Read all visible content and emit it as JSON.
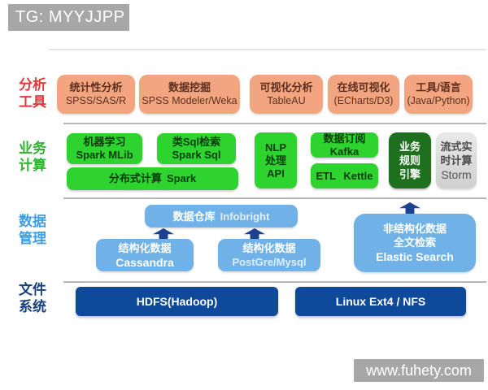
{
  "header": {
    "tg_badge": "TG: MYYJJPP"
  },
  "footer": {
    "watermark": "www.fuhety.com"
  },
  "layers": {
    "analysis": {
      "label": {
        "line1": "分析",
        "line2": "工具"
      },
      "boxes": [
        {
          "title": "统计性分析",
          "subtitle": "SPSS/SAS/R"
        },
        {
          "title": "数据挖掘",
          "subtitle": "SPSS Modeler/Weka"
        },
        {
          "title": "可视化分析",
          "subtitle": "TableAU"
        },
        {
          "title": "在线可视化",
          "subtitle": "(ECharts/D3)"
        },
        {
          "title": "工具/语言",
          "subtitle": "(Java/Python)"
        }
      ]
    },
    "business": {
      "label": {
        "line1": "业务",
        "line2": "计算"
      },
      "boxes": {
        "ml": {
          "title": "机器学习",
          "subtitle": "Spark MLib"
        },
        "sql": {
          "title": "类Sql检索",
          "subtitle": "Spark Sql"
        },
        "distributed": {
          "title": "分布式计算",
          "subtitle": "Spark"
        },
        "nlp": {
          "line1": "NLP",
          "line2": "处理",
          "line3": "API"
        },
        "kafka": {
          "title": "数据订阅",
          "subtitle": "Kafka"
        },
        "etl": {
          "title": "ETL Kettle"
        },
        "rules": {
          "line1": "业务",
          "line2": "规则",
          "line3": "引擎"
        },
        "storm": {
          "line1": "流式实",
          "line2": "时计算",
          "line3": "Storm"
        }
      }
    },
    "data": {
      "label": {
        "line1": "数据",
        "line2": "管理"
      },
      "boxes": {
        "warehouse": {
          "title": "数据仓库",
          "subtitle": "Infobright"
        },
        "cassandra": {
          "title": "结构化数据",
          "subtitle": "Cassandra"
        },
        "postgre": {
          "title": "结构化数据",
          "subtitle": "PostGre/Mysql"
        },
        "elastic": {
          "line1": "非结构化数据",
          "line2": "全文检索",
          "line3": "Elastic Search"
        }
      }
    },
    "file": {
      "label": {
        "line1": "文件",
        "line2": "系统"
      },
      "boxes": {
        "hdfs": {
          "title": "HDFS(Hadoop)"
        },
        "linux": {
          "title": "Linux Ext4 / NFS"
        }
      }
    }
  },
  "colors": {
    "analysis_box": "#f2a57e",
    "business_box": "#2fd32f",
    "business_box_dark": "#1e701e",
    "business_box_gray": "#d8d8d8",
    "data_box": "#70b2e8",
    "file_box": "#0e4a99",
    "label_analysis": "#e03a3c",
    "label_business": "#2db32d",
    "label_data": "#3e9fe0",
    "label_file": "#16417f",
    "arrow": "#1c4190",
    "badge_bg": "#a7a7a7"
  }
}
